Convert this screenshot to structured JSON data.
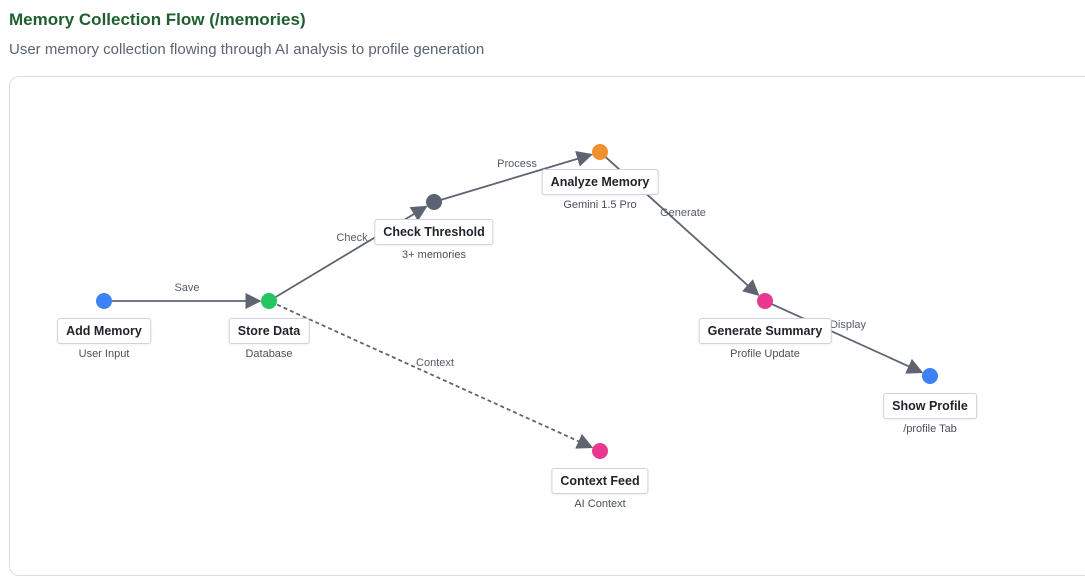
{
  "header": {
    "title": "Memory Collection Flow (/memories)",
    "subtitle": "User memory collection flowing through AI analysis to profile generation"
  },
  "nodes": [
    {
      "id": "add-memory",
      "label": "Add Memory",
      "sub": "User Input",
      "color": "#3b82f6"
    },
    {
      "id": "store-data",
      "label": "Store Data",
      "sub": "Database",
      "color": "#22c55e"
    },
    {
      "id": "check-threshold",
      "label": "Check Threshold",
      "sub": "3+ memories",
      "color": "#5b6270"
    },
    {
      "id": "analyze-memory",
      "label": "Analyze Memory",
      "sub": "Gemini 1.5 Pro",
      "color": "#f0902f"
    },
    {
      "id": "generate-summary",
      "label": "Generate Summary",
      "sub": "Profile Update",
      "color": "#e9388f"
    },
    {
      "id": "show-profile",
      "label": "Show Profile",
      "sub": "/profile Tab",
      "color": "#3b82f6"
    },
    {
      "id": "context-feed",
      "label": "Context Feed",
      "sub": "AI Context",
      "color": "#e9388f"
    }
  ],
  "edges": [
    {
      "from": "add-memory",
      "to": "store-data",
      "label": "Save",
      "style": "solid"
    },
    {
      "from": "store-data",
      "to": "check-threshold",
      "label": "Check",
      "style": "solid"
    },
    {
      "from": "check-threshold",
      "to": "analyze-memory",
      "label": "Process",
      "style": "solid"
    },
    {
      "from": "analyze-memory",
      "to": "generate-summary",
      "label": "Generate",
      "style": "solid"
    },
    {
      "from": "generate-summary",
      "to": "show-profile",
      "label": "Display",
      "style": "solid"
    },
    {
      "from": "store-data",
      "to": "context-feed",
      "label": "Context",
      "style": "dashed"
    }
  ],
  "colors": {
    "edge": "#5f6570",
    "title": "#1f5f2f"
  }
}
